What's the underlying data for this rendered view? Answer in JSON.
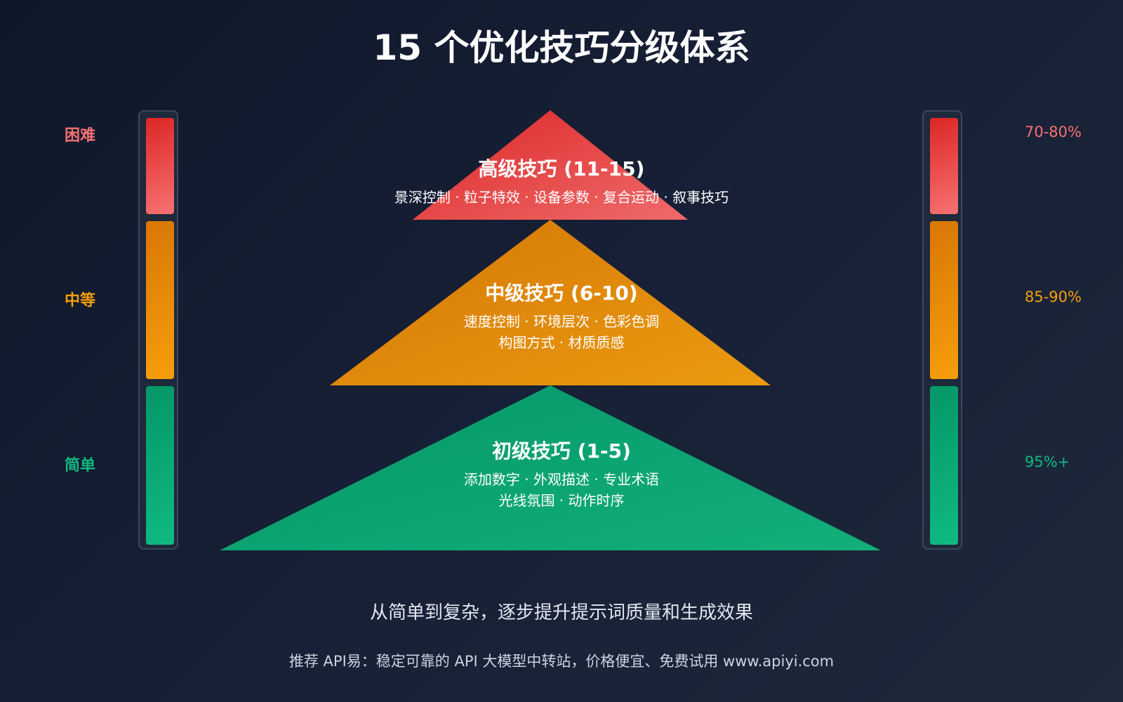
{
  "title": "15 个优化技巧分级体系",
  "difficulty_labels": [
    {
      "label": "困难",
      "color": "#f87171"
    },
    {
      "label": "中等",
      "color": "#f59e0b"
    },
    {
      "label": "简单",
      "color": "#10b981"
    }
  ],
  "success_rates": [
    {
      "label": "70-80%",
      "color": "#f87171"
    },
    {
      "label": "85-90%",
      "color": "#f59e0b"
    },
    {
      "label": "95%+",
      "color": "#10b981"
    }
  ],
  "tiers": [
    {
      "title": "高级技巧 (11-15)",
      "lines": [
        "景深控制 · 粒子特效 · 设备参数 · 复合运动 · 叙事技巧"
      ]
    },
    {
      "title": "中级技巧 (6-10)",
      "lines": [
        "速度控制 · 环境层次 · 色彩色调",
        "构图方式 · 材质质感"
      ]
    },
    {
      "title": "初级技巧 (1-5)",
      "lines": [
        "添加数字 · 外观描述 · 专业术语",
        "光线氛围 · 动作时序"
      ]
    }
  ],
  "summary": "从简单到复杂，逐步提升提示词质量和生成效果",
  "footer": "推荐 API易：稳定可靠的 API 大模型中转站，价格便宜、免费试用 www.apiyi.com"
}
